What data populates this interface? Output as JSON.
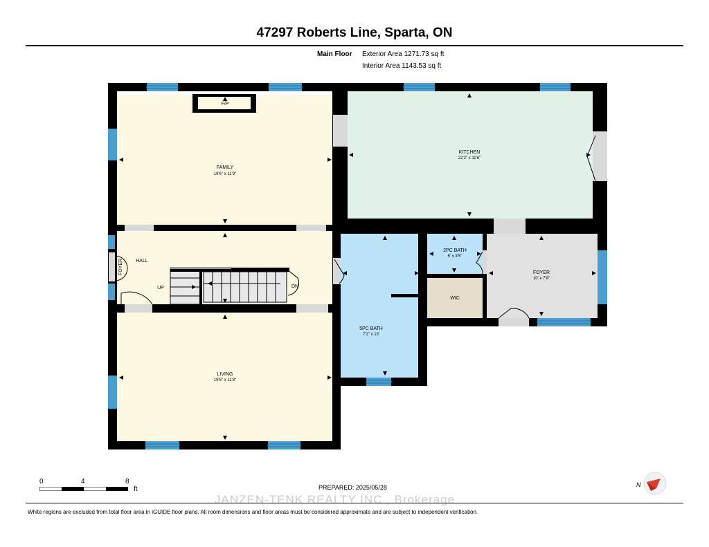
{
  "header": {
    "title": "47297 Roberts Line, Sparta, ON",
    "floor_name": "Main Floor",
    "exterior_area": "Exterior Area 1271.73 sq ft",
    "interior_area": "Interior Area 1143.53 sq ft"
  },
  "rooms": {
    "family": {
      "name": "FAMILY",
      "dims": "19'6\" x 11'9\""
    },
    "fireplace": {
      "name": "F/P"
    },
    "kitchen": {
      "name": "KITCHEN",
      "dims": "22'2\" x 11'6\""
    },
    "hall": {
      "name": "HALL"
    },
    "foyer_small": {
      "name": "FOYER"
    },
    "stairs_up": {
      "name": "UP"
    },
    "stairs_down": {
      "name": "DN"
    },
    "bath5": {
      "name": "5PC BATH",
      "dims": "7'1\" x 13'"
    },
    "bath2": {
      "name": "2PC BATH",
      "dims": "5' x 3'5\""
    },
    "foyer": {
      "name": "FOYER",
      "dims": "10' x 7'8\""
    },
    "wic": {
      "name": "WIC"
    },
    "living": {
      "name": "LIVING",
      "dims": "19'6\" x 11'8\""
    }
  },
  "scale": {
    "zero": "0",
    "four": "4",
    "eight": "8",
    "unit": "ft"
  },
  "footer": {
    "prepared": "PREPARED: 2025/05/28",
    "disclaimer": "White regions are excluded from total floor area in iGUIDE floor plans. All room dimensions and floor areas must be considered approximate and are subject to independent verification.",
    "watermark": "JANZEN-TENK REALTY INC., Brokerage"
  },
  "compass": {
    "label": "N"
  },
  "colors": {
    "wall": "#000000",
    "window": "#4a9fd0",
    "family_living": "#fdf8e2",
    "kitchen": "#e2f2e8",
    "bath": "#bde3fa",
    "foyer": "#e1e1e1",
    "wic": "#e6dfcd",
    "door_opening": "#d9d9d9"
  }
}
